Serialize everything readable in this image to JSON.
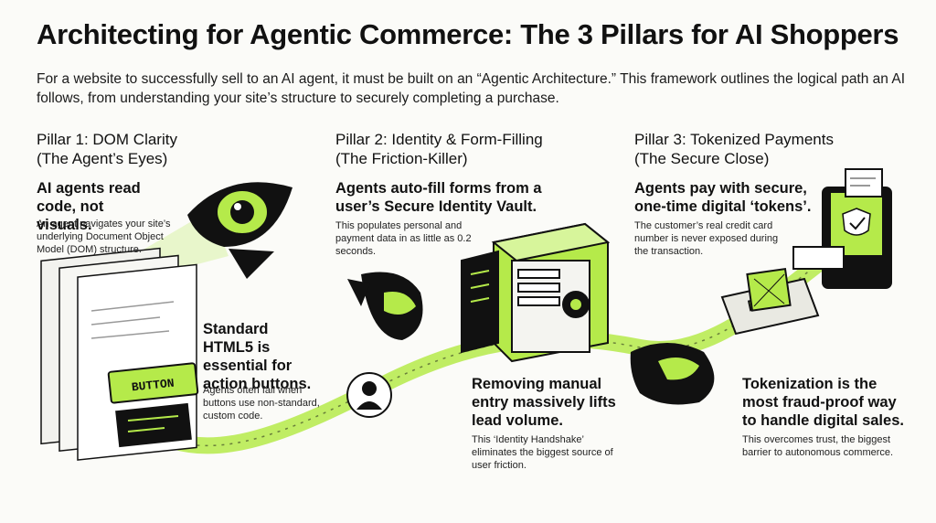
{
  "header": {
    "title": "Architecting for Agentic Commerce: The 3 Pillars for AI Shoppers",
    "intro": "For a website to successfully sell to an AI agent, it must be built on an “Agentic Architecture.” This framework outlines the logical path an AI follows, from understanding your site’s structure to securely completing a purchase."
  },
  "pillars": [
    {
      "heading_line1": "Pillar 1: DOM Clarity",
      "heading_line2": "(The Agent’s Eyes)",
      "point1_headline": "AI agents read code, not visuals.",
      "point1_body": "An agent navigates your site’s underlying Document Object Model (DOM) structure.",
      "point2_headline": "Standard HTML5 is essential for action buttons.",
      "point2_body": "Agents often fail when buttons use non-standard, custom code.",
      "button_label": "BUTTON"
    },
    {
      "heading_line1": "Pillar 2: Identity & Form-Filling",
      "heading_line2": "(The Friction-Killer)",
      "point1_headline": "Agents auto-fill forms from a user’s Secure Identity Vault.",
      "point1_body": "This populates personal and payment data in as little as 0.2 seconds.",
      "point2_headline": "Removing manual entry massively lifts lead volume.",
      "point2_body": "This ‘Identity Handshake’ eliminates the biggest source of user friction."
    },
    {
      "heading_line1": "Pillar 3: Tokenized Payments",
      "heading_line2": "(The Secure Close)",
      "point1_headline": "Agents pay with secure, one-time digital ‘tokens’.",
      "point1_body": "The customer’s real credit card number is never exposed during the transaction.",
      "point2_headline": "Tokenization is the most fraud-proof way to handle digital sales.",
      "point2_body": "This overcomes trust, the biggest barrier to autonomous commerce."
    }
  ],
  "colors": {
    "accent": "#b5ea4a",
    "ink": "#111111"
  },
  "icons": [
    "eye-icon",
    "browser-window-icon",
    "user-avatar-icon",
    "vault-safe-icon",
    "agent-head-icon",
    "card-terminal-icon",
    "credit-card-icon",
    "shield-check-icon"
  ]
}
